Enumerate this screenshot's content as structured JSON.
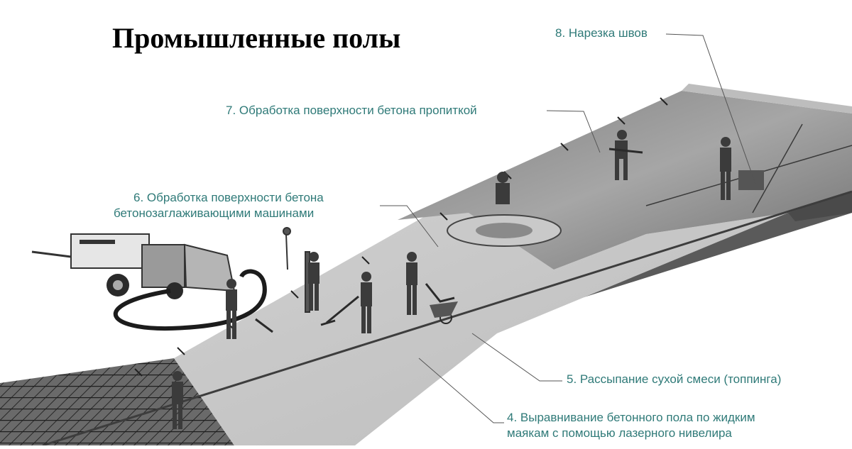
{
  "title": "Промышленные полы",
  "steps": [
    {
      "id": "s8",
      "text": "8. Нарезка швов"
    },
    {
      "id": "s7",
      "text": "7. Обработка поверхности бетона пропиткой"
    },
    {
      "id": "s6",
      "lines": [
        "6. Обработка поверхности бетона",
        "бетонозаглаживающими машинами"
      ]
    },
    {
      "id": "s5",
      "text": "5. Рассыпание сухой смеси (топпинга)"
    },
    {
      "id": "s4",
      "lines": [
        "4. Выравнивание бетонного пола по жидким",
        "маякам с помощью лазерного нивелира"
      ]
    }
  ],
  "colors": {
    "label": "#2f7a78",
    "leader": "#555555",
    "slab_edge": "#5a5a5a",
    "polished": "#8e8e8e",
    "fresh": "#c4c4c4",
    "rebar": "#2a2a2a"
  }
}
